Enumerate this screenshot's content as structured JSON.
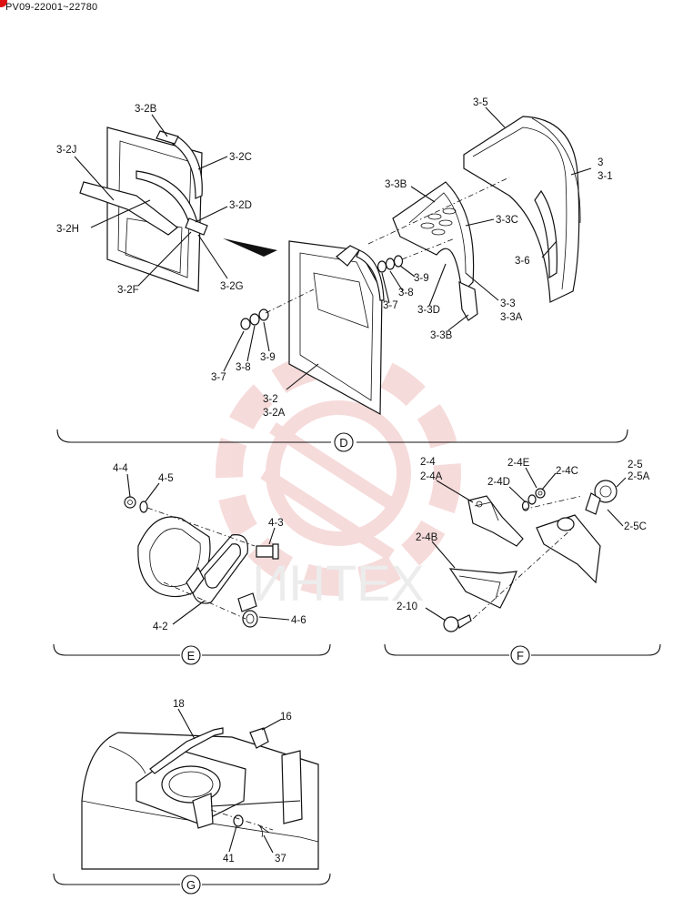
{
  "header": {
    "serial_range": "PV09-22001~22780"
  },
  "watermark": {
    "text": "ИНТЕХ",
    "color": "#e8b4b4"
  },
  "sections": {
    "D": {
      "letter": "D",
      "labels": {
        "l32J": "3-2J",
        "l32B": "3-2B",
        "l32C": "3-2C",
        "l32D": "3-2D",
        "l32H": "3-2H",
        "l32G": "3-2G",
        "l32F": "3-2F",
        "l35": "3-5",
        "l3": "3",
        "l31": "3-1",
        "l33B": "3-3B",
        "l33C": "3-3C",
        "l36": "3-6",
        "l39b": "3-9",
        "l38b": "3-8",
        "l37b": "3-7",
        "l33D": "3-3D",
        "l33": "3-3",
        "l33A": "3-3A",
        "l33B2": "3-3B",
        "l37a": "3-7",
        "l38a": "3-8",
        "l39a": "3-9",
        "l32": "3-2",
        "l32A": "3-2A"
      }
    },
    "E": {
      "letter": "E",
      "labels": {
        "l44": "4-4",
        "l45": "4-5",
        "l43": "4-3",
        "l42": "4-2",
        "l46": "4-6"
      }
    },
    "F": {
      "letter": "F",
      "labels": {
        "l24": "2-4",
        "l24A": "2-4A",
        "l24E": "2-4E",
        "l24C": "2-4C",
        "l24D": "2-4D",
        "l25": "2-5",
        "l25A": "2-5A",
        "l25C": "2-5C",
        "l24B": "2-4B",
        "l210": "2-10"
      }
    },
    "G": {
      "letter": "G",
      "labels": {
        "l18": "18",
        "l16": "16",
        "l41": "41",
        "l37": "37"
      }
    }
  }
}
